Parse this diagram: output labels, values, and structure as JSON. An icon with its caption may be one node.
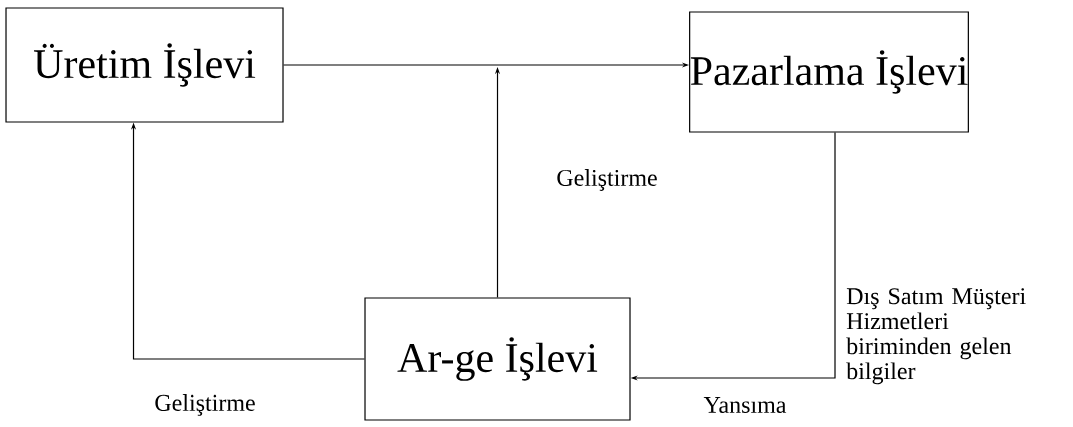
{
  "diagram": {
    "nodes": [
      {
        "text": [
          "Üretim İşlevi"
        ]
      },
      {
        "text": [
          "Pazarlama İşlevi"
        ]
      },
      {
        "text": [
          "Ar-ge İşlevi"
        ]
      }
    ],
    "edges": [
      {
        "from": 0,
        "to": 1,
        "arrow": "to"
      },
      {
        "from": 2,
        "to": null,
        "arrow": "to",
        "label": "Geliştirme"
      },
      {
        "from": 2,
        "to": 0,
        "arrow": "to",
        "label": "Geliştirme"
      },
      {
        "from": 1,
        "to": 2,
        "arrow": "to",
        "label": "Yansıma"
      }
    ],
    "labels": [
      "Dış Satım Müşteri Hizmetleri biriminden gelen bilgiler"
    ]
  }
}
